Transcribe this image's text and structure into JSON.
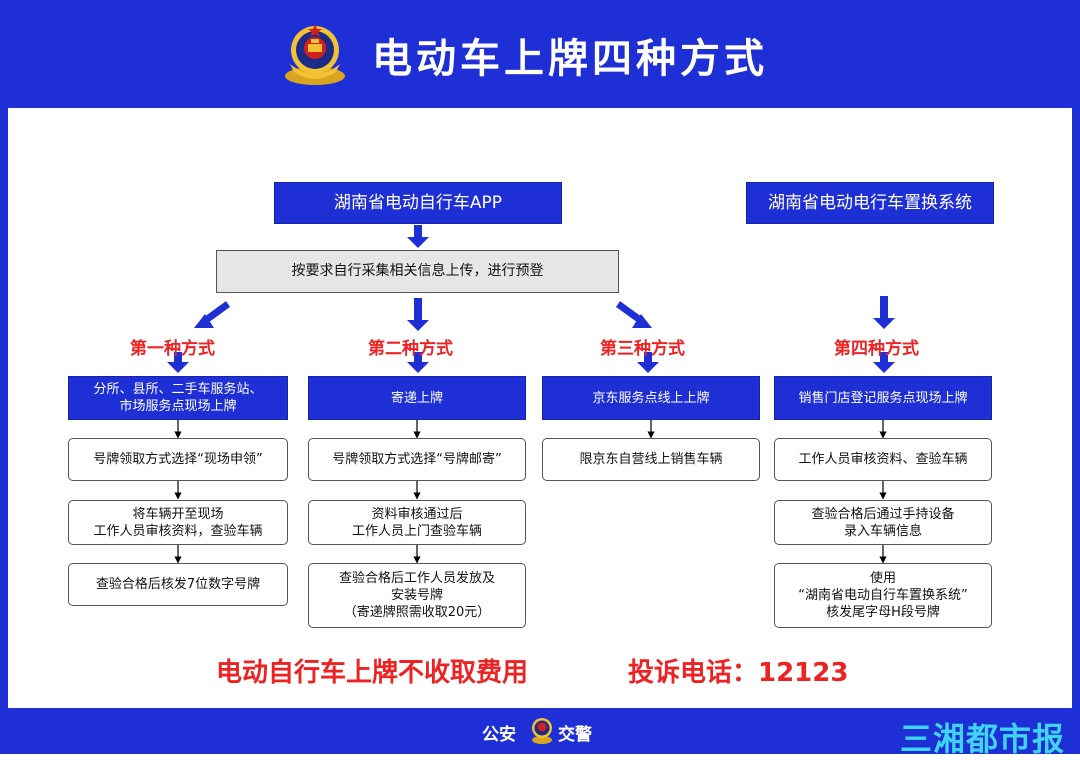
{
  "header": {
    "title": "电动车上牌四种方式"
  },
  "sources": {
    "app": "湖南省电动自行车APP",
    "system": "湖南省电动电行车置换系统"
  },
  "predeclare": "按要求自行采集相关信息上传，进行预登",
  "methods": [
    {
      "label": "第一种方式",
      "title": "分所、县所、二手车服务站、\n市场服务点现场上牌",
      "steps": [
        "号牌领取方式选择“现场申领”",
        "将车辆开至现场\n工作人员审核资料，查验车辆",
        "查验合格后核发7位数字号牌"
      ]
    },
    {
      "label": "第二种方式",
      "title": "寄递上牌",
      "steps": [
        "号牌领取方式选择“号牌邮寄”",
        "资料审核通过后\n工作人员上门查验车辆",
        "查验合格后工作人员发放及\n安装号牌\n（寄递牌照需收取20元）"
      ]
    },
    {
      "label": "第三种方式",
      "title": "京东服务点线上上牌",
      "steps": [
        "限京东自营线上销售车辆"
      ]
    },
    {
      "label": "第四种方式",
      "title": "销售门店登记服务点现场上牌",
      "steps": [
        "工作人员审核资料、查验车辆",
        "查验合格后通过手持设备\n录入车辆信息",
        "使用\n“湖南省电动自行车置换系统”\n核发尾字母H段号牌"
      ]
    }
  ],
  "bottom": {
    "free_text": "电动自行车上牌不收取费用",
    "complaint_text": "投诉电话：12123"
  },
  "footer": {
    "left": "公安",
    "right": "交警",
    "watermark": "三湘都市报"
  },
  "colors": {
    "brand_blue": "#1f2fd6",
    "accent_red": "#ee2222",
    "box_gray": "#e6e6e6",
    "watermark_cyan": "#3ed4f2"
  },
  "icons": {
    "emblem": "police-emblem-icon",
    "arrow": "arrow-down-icon"
  }
}
